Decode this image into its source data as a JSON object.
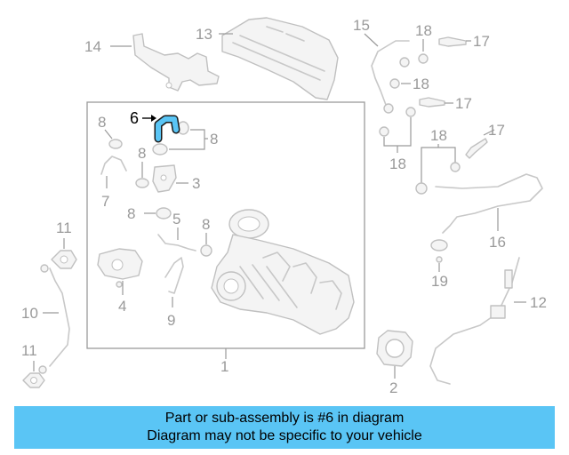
{
  "diagram": {
    "highlight_color": "#5ac5f5",
    "highlighted_part": "6",
    "callouts": {
      "c1": "1",
      "c2": "2",
      "c3": "3",
      "c4": "4",
      "c5": "5",
      "c6": "6",
      "c7": "7",
      "c8a": "8",
      "c8b": "8",
      "c8c": "8",
      "c8d": "8",
      "c8e": "8",
      "c9": "9",
      "c10": "10",
      "c11a": "11",
      "c11b": "11",
      "c12": "12",
      "c13": "13",
      "c14": "14",
      "c15": "15",
      "c16": "16",
      "c17a": "17",
      "c17b": "17",
      "c17c": "17",
      "c18a": "18",
      "c18b": "18",
      "c18c": "18",
      "c18d": "18",
      "c19": "19"
    }
  },
  "banner": {
    "line1": "Part or sub-assembly is #6 in diagram",
    "line2": "Diagram may not be specific to your vehicle",
    "color": "#5ac5f5"
  }
}
